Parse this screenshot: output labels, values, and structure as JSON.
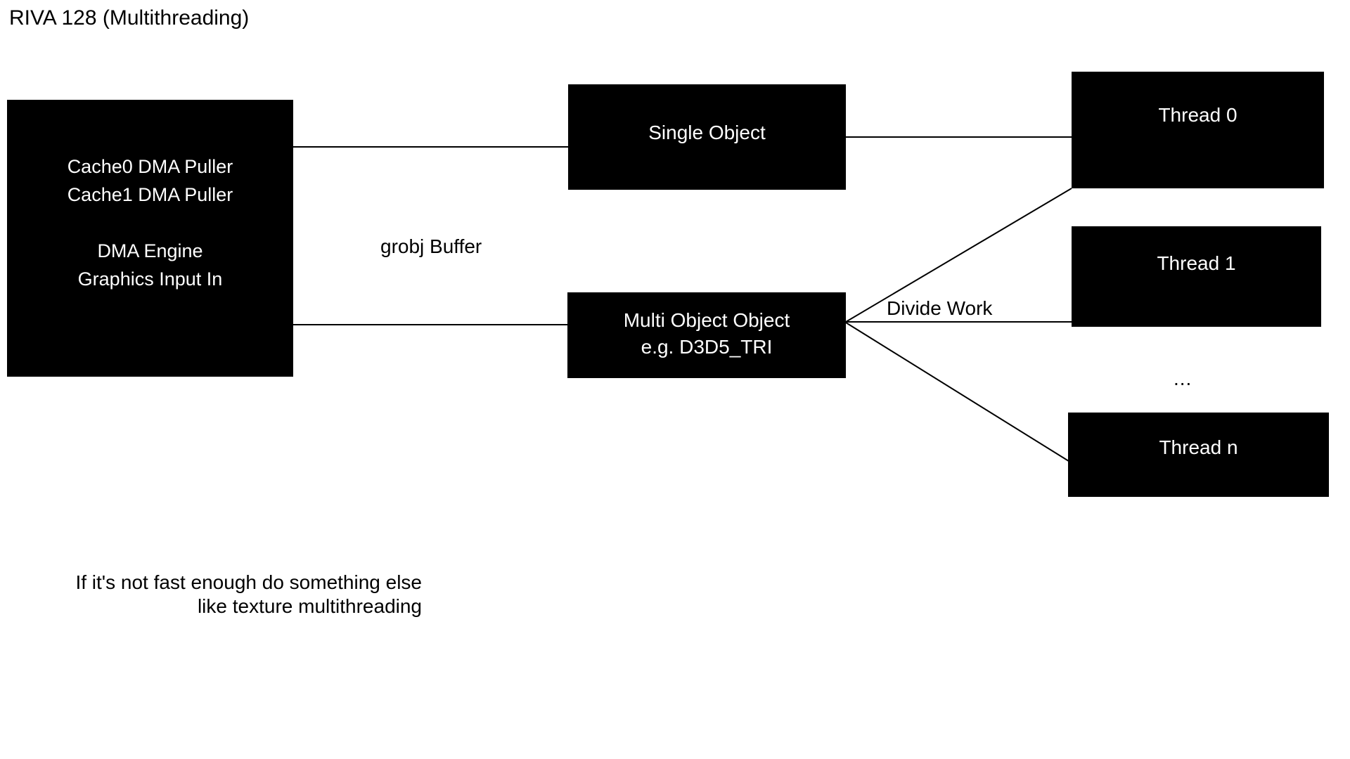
{
  "page": {
    "title": "RIVA 128 (Multithreading)",
    "background_color": "#ffffff",
    "box_fill_color": "#000000",
    "box_text_color": "#ffffff",
    "line_color": "#000000"
  },
  "nodes": {
    "dma_engine": {
      "label": "Cache0 DMA Puller\nCache1 DMA Puller\n\nDMA Engine\nGraphics Input In"
    },
    "single_object": {
      "label": "Single Object"
    },
    "multi_object": {
      "label": "Multi Object Object\ne.g. D3D5_TRI"
    },
    "thread_0": {
      "label": "Thread 0"
    },
    "thread_1": {
      "label": "Thread 1"
    },
    "thread_n": {
      "label": "Thread n"
    }
  },
  "labels": {
    "grobj_buffer": "grobj Buffer",
    "divide_work": "Divide Work",
    "ellipsis": "...",
    "footnote": "If it's not fast enough do something else\nlike texture multithreading"
  },
  "connections": [
    {
      "name": "dma-to-single-object",
      "from": "dma_engine",
      "to": "single_object"
    },
    {
      "name": "dma-to-multi-object",
      "from": "dma_engine",
      "to": "multi_object"
    },
    {
      "name": "single-object-to-thread-0",
      "from": "single_object",
      "to": "thread_0"
    },
    {
      "name": "multi-object-to-thread-0",
      "from": "multi_object",
      "to": "thread_0"
    },
    {
      "name": "multi-object-to-thread-1",
      "from": "multi_object",
      "to": "thread_1"
    },
    {
      "name": "multi-object-to-thread-n",
      "from": "multi_object",
      "to": "thread_n"
    }
  ]
}
